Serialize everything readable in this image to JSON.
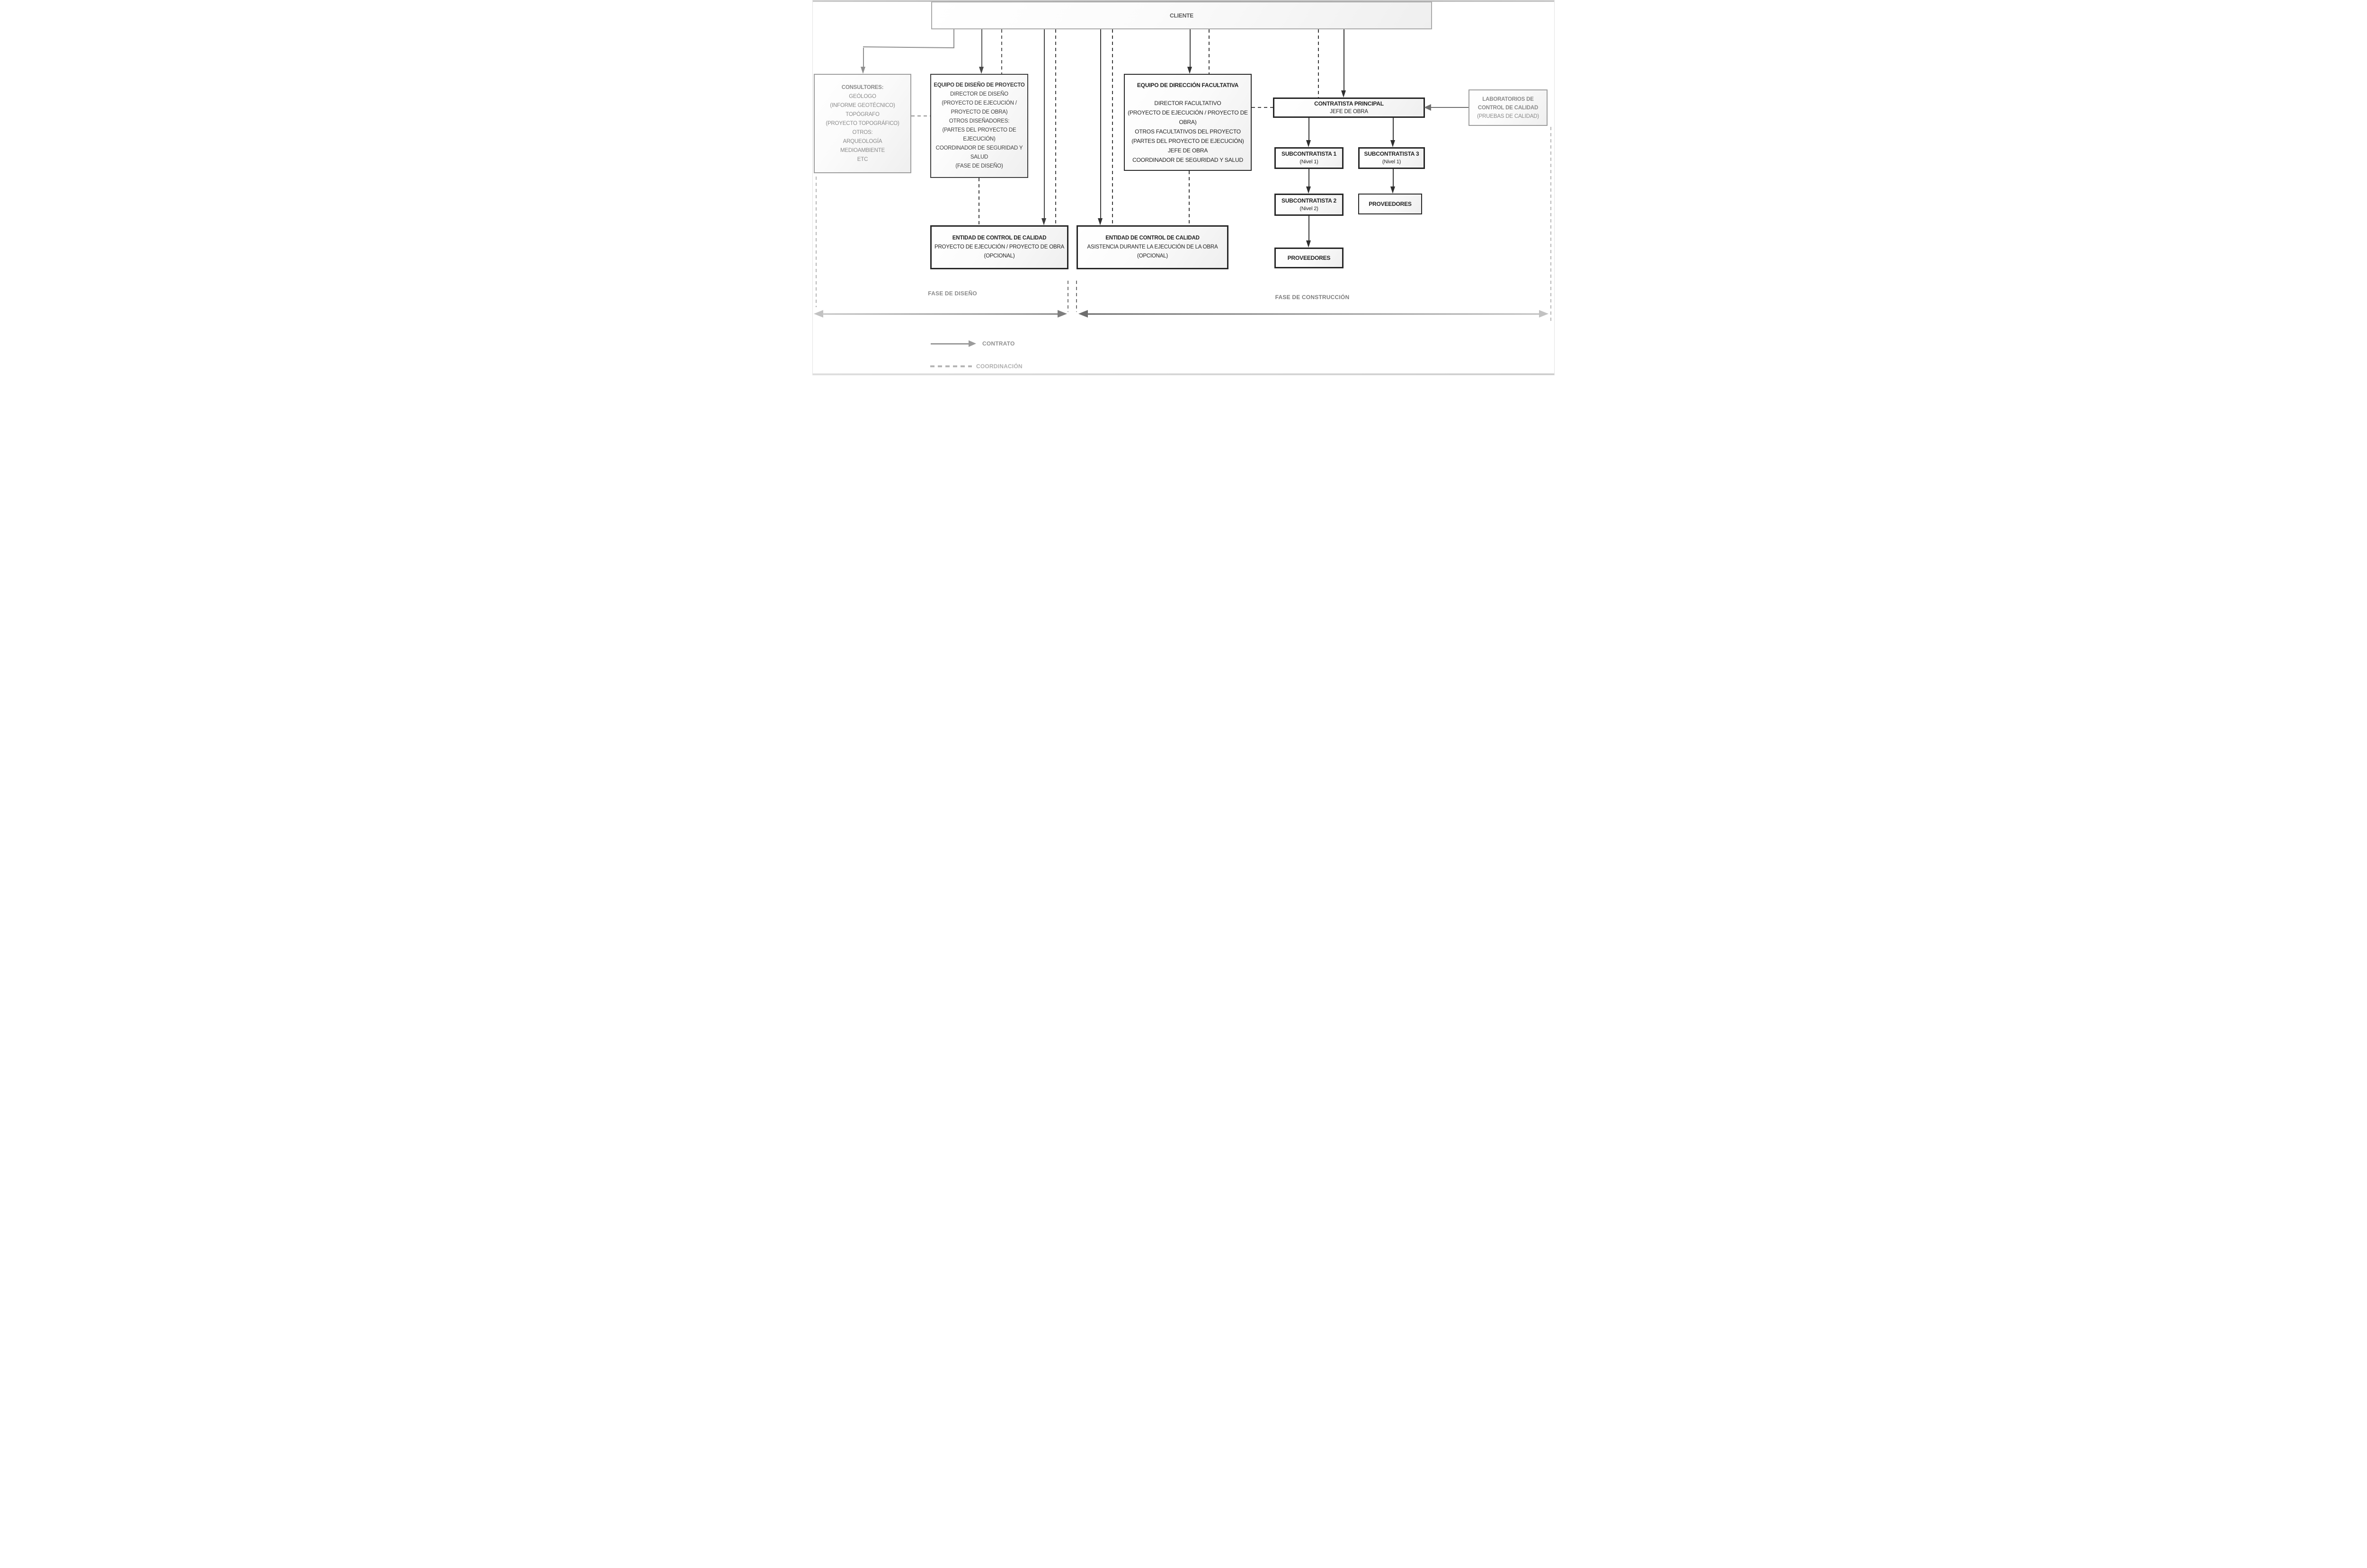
{
  "boxes": {
    "cliente": {
      "title": "CLIENTE"
    },
    "consultores": {
      "title": "CONSULTORES:",
      "lines": [
        "GEÓLOGO",
        "(INFORME GEOTÉCNICO)",
        "TOPÓGRAFO",
        "(PROYECTO TOPOGRÁFICO)",
        "OTROS:",
        "ARQUEOLOGÍA",
        "MEDIOAMBIENTE",
        "ETC"
      ]
    },
    "equipo_diseno": {
      "title": "EQUIPO DE DISEÑO DE PROYECTO",
      "lines": [
        "DIRECTOR DE DISEÑO",
        "(PROYECTO DE EJECUCIÓN / PROYECTO DE OBRA)",
        "OTROS DISEÑADORES:",
        "(PARTES DEL PROYECTO DE EJECUCIÓN)",
        "COORDINADOR DE SEGURIDAD Y SALUD",
        "(FASE DE DISEÑO)"
      ]
    },
    "equipo_direccion": {
      "title": "EQUIPO DE DIRECCIÓN FACULTATIVA",
      "lines": [
        "DIRECTOR FACULTATIVO",
        "(PROYECTO DE EJECUCIÓN / PROYECTO DE OBRA)",
        "OTROS FACULTATIVOS DEL PROYECTO",
        "(PARTES DEL PROYECTO DE EJECUCIÓN)",
        "JEFE DE OBRA",
        "COORDINADOR DE SEGURIDAD Y SALUD"
      ]
    },
    "contratista": {
      "title": "CONTRATISTA PRINCIPAL",
      "subtitle": "JEFE DE OBRA"
    },
    "laboratorios": {
      "title": "LABORATORIOS DE CONTROL DE CALIDAD",
      "subtitle": "(PRUEBAS DE CALIDAD)"
    },
    "sub1": {
      "title": "SUBCONTRATISTA 1",
      "subtitle": "(Nivel 1)"
    },
    "sub3": {
      "title": "SUBCONTRATISTA 3",
      "subtitle": "(Nivel 1)"
    },
    "sub2": {
      "title": "SUBCONTRATISTA 2",
      "subtitle": "(Nivel 2)"
    },
    "proveedores_right": {
      "title": "PROVEEDORES"
    },
    "proveedores_bottom": {
      "title": "PROVEEDORES"
    },
    "entidad_diseno": {
      "title": "ENTIDAD DE CONTROL DE CALIDAD",
      "line1": "PROYECTO DE EJECUCIÓN / PROYECTO DE OBRA",
      "line2": "(OPCIONAL)"
    },
    "entidad_obra": {
      "title": "ENTIDAD DE CONTROL DE CALIDAD",
      "line1": "ASISTENCIA DURANTE LA EJECUCIÓN DE LA OBRA",
      "line2": "(OPCIONAL)"
    }
  },
  "phases": {
    "design": "FASE DE DISEÑO",
    "construction": "FASE DE CONSTRUCCIÓN"
  },
  "legend": {
    "contract": "CONTRATO",
    "coordination": "COORDINACIÓN"
  },
  "colors": {
    "muted_gray": "#8a8a8a",
    "dark_line": "#3d3d3d",
    "darker_border": "#262626",
    "light_dash": "#b5b5b5"
  }
}
